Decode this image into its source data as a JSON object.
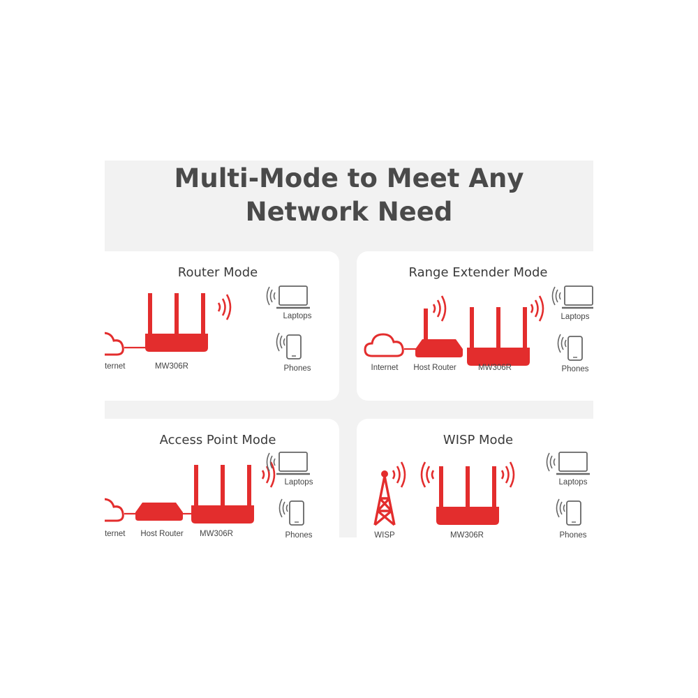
{
  "headline": {
    "line1": "Multi-Mode to Meet Any",
    "line2": "Network Need"
  },
  "modes": {
    "router": {
      "title": "Router Mode",
      "labels": {
        "internet": "Internet",
        "router": "MW306R",
        "laptops": "Laptops",
        "phones": "Phones"
      }
    },
    "range_extender": {
      "title": "Range Extender Mode",
      "labels": {
        "internet": "Internet",
        "host_router": "Host Router",
        "router": "MW306R",
        "laptops": "Laptops",
        "phones": "Phones"
      }
    },
    "access_point": {
      "title": "Access Point Mode",
      "labels": {
        "internet": "Internet",
        "host_router": "Host Router",
        "router": "MW306R",
        "laptops": "Laptops",
        "phones": "Phones"
      }
    },
    "wisp": {
      "title": "WISP Mode",
      "labels": {
        "wisp": "WISP",
        "router": "MW306R",
        "laptops": "Laptops",
        "phones": "Phones"
      }
    }
  },
  "colors": {
    "accent_red": "#e32d2d",
    "panel_bg": "#ffffff",
    "stage_bg": "#f2f2f2",
    "title_text": "#4a4a4a",
    "icon_grey": "#666666"
  },
  "icons": [
    "cloud-icon",
    "router-icon",
    "host-router-icon",
    "wifi-waves-icon",
    "laptop-icon",
    "phone-icon",
    "cell-tower-icon"
  ]
}
